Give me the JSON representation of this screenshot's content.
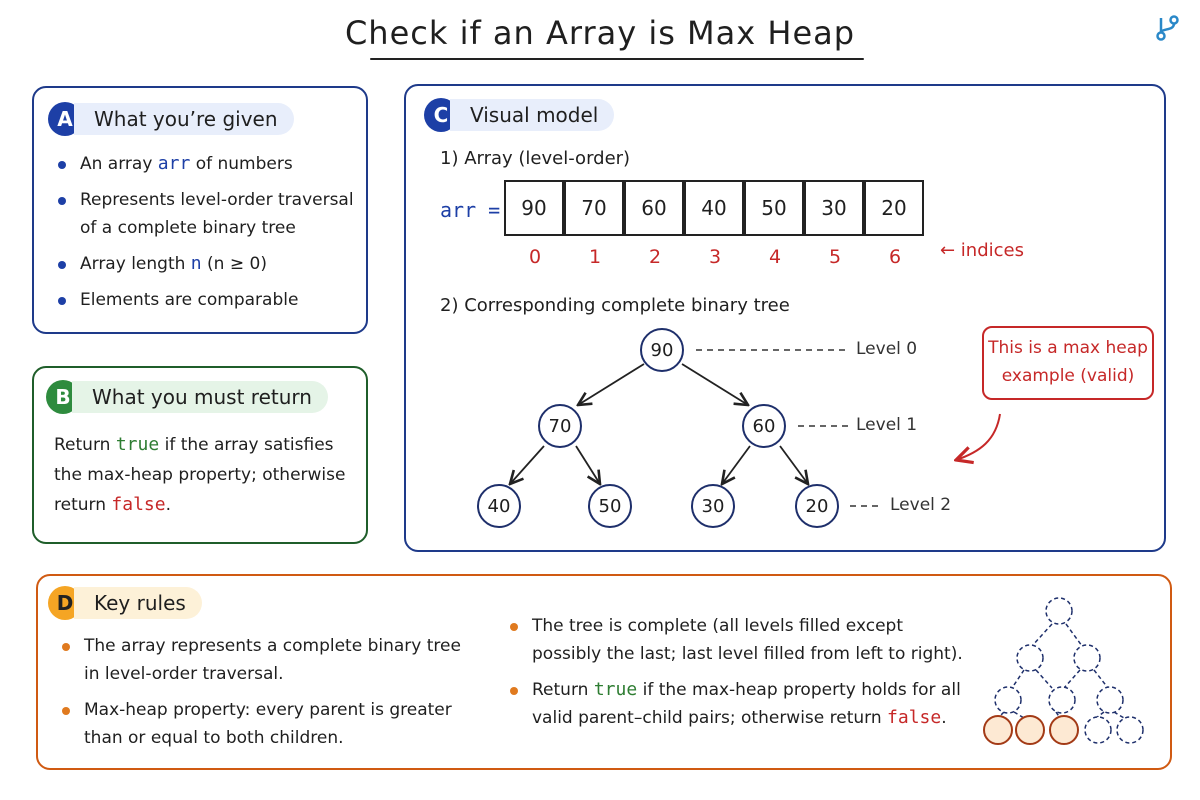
{
  "title": "Check if an Array is Max Heap",
  "icons": {
    "corner": "git-branch-icon"
  },
  "colors": {
    "blue": "#1d3fa6",
    "green": "#2e8b3e",
    "orange": "#e07a1f",
    "red": "#c62828",
    "node_fill": "#fde9d3"
  },
  "panel_a": {
    "letter": "A",
    "title": "What you’re given",
    "b1_pre": "An array ",
    "b1_code": "arr",
    "b1_post": " of numbers",
    "b2": "Represents level-order traversal of a complete binary tree",
    "b3_pre": "Array length ",
    "b3_code": "n",
    "b3_post": " (n ≥ 0)",
    "b4": "Elements are comparable"
  },
  "panel_b": {
    "letter": "B",
    "title": "What you must return",
    "p_pre": "Return ",
    "p_true": "true",
    "p_mid": " if the array satisfies the max-heap property; otherwise return ",
    "p_false": "false",
    "p_end": "."
  },
  "panel_c": {
    "letter": "C",
    "title": "Visual model",
    "sub1": "1) Array (level-order)",
    "arr_label": "arr =",
    "values": [
      "90",
      "70",
      "60",
      "40",
      "50",
      "30",
      "20"
    ],
    "indices": [
      "0",
      "1",
      "2",
      "3",
      "4",
      "5",
      "6"
    ],
    "indices_label": "← indices",
    "sub2": "2) Corresponding complete binary tree",
    "levels": [
      "Level 0",
      "Level 1",
      "Level 2"
    ],
    "callout": "This is a max heap example (valid)"
  },
  "panel_d": {
    "letter": "D",
    "title": "Key rules",
    "r1": "The array represents a complete binary tree in level-order traversal.",
    "r2": "Max-heap property: every parent is greater than or equal to both children.",
    "r3": "The tree is complete (all levels filled except possibly the last; last level filled from left to right).",
    "r4_pre": "Return ",
    "r4_true": "true",
    "r4_mid": " if the max-heap property holds for all valid parent–child pairs; otherwise return ",
    "r4_false": "false",
    "r4_end": "."
  }
}
